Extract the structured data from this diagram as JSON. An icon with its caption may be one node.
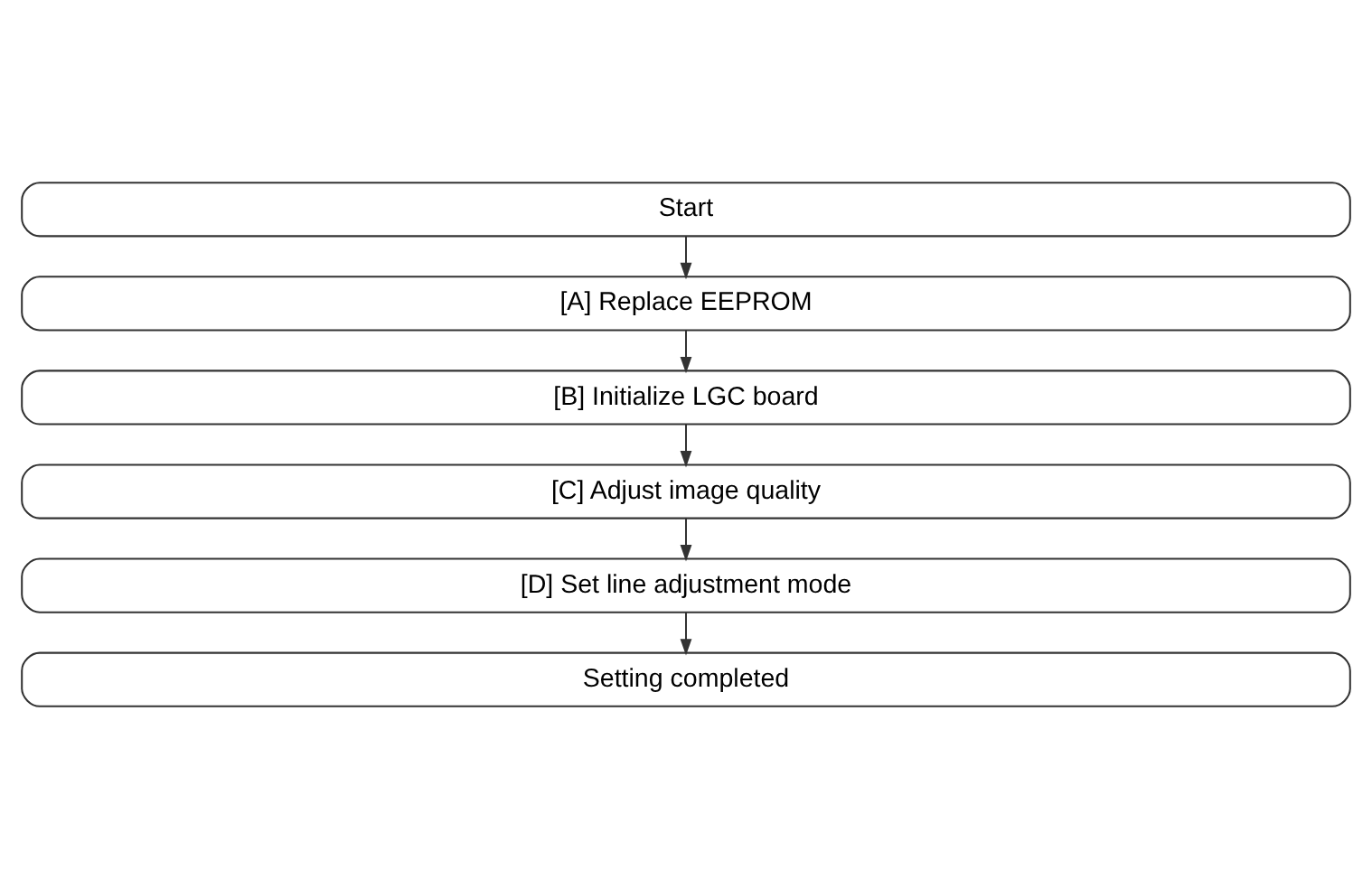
{
  "diagram": {
    "nodes": [
      {
        "text": [
          "Start"
        ]
      },
      {
        "text": [
          "[A] Replace EEPROM"
        ]
      },
      {
        "text": [
          "[B] Initialize LGC board"
        ]
      },
      {
        "text": [
          "[C] Adjust image quality"
        ]
      },
      {
        "text": [
          "[D] Set line adjustment mode"
        ]
      },
      {
        "text": [
          "Setting completed"
        ]
      }
    ],
    "edges": [
      {
        "from": 0,
        "to": 1,
        "arrow": "to"
      },
      {
        "from": 1,
        "to": 2,
        "arrow": "to"
      },
      {
        "from": 2,
        "to": 3,
        "arrow": "to"
      },
      {
        "from": 3,
        "to": 4,
        "arrow": "to"
      },
      {
        "from": 4,
        "to": 5,
        "arrow": "to"
      }
    ]
  }
}
